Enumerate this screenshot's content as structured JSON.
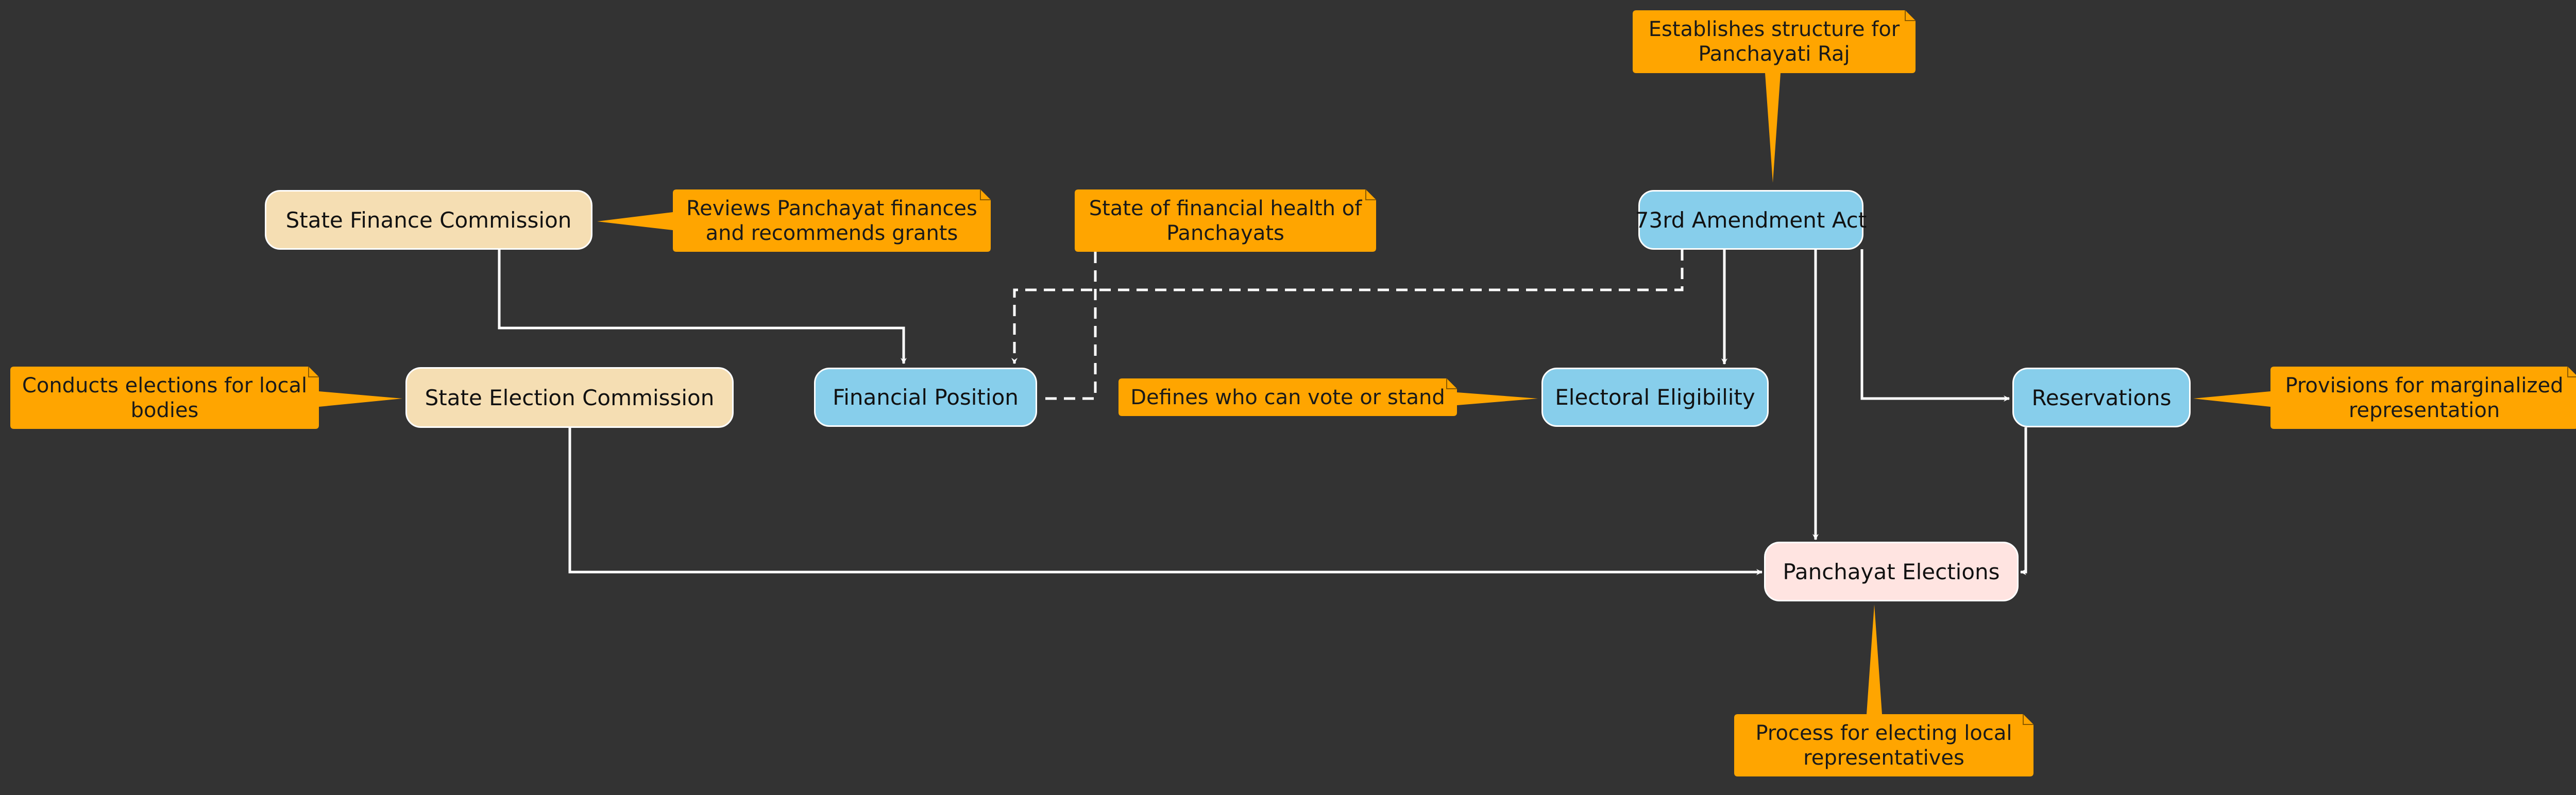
{
  "colors": {
    "background": "#333333",
    "edge": "#ffffff",
    "note_fill": "#FFA500",
    "cause_fill": "#F5DEB3",
    "key_fill": "#87CEEB",
    "result_fill": "#FFE4E1"
  },
  "nodes": {
    "state_finance_commission": "State Finance Commission",
    "state_election_commission": "State Election Commission",
    "financial_position": "Financial Position",
    "amendment_73rd": "73rd Amendment Act",
    "electoral_eligibility": "Electoral Eligibility",
    "reservations": "Reservations",
    "panchayat_elections": "Panchayat Elections"
  },
  "notes": {
    "amendment": [
      "Establishes structure for",
      "Panchayati Raj"
    ],
    "finance_commission": [
      "Reviews Panchayat finances",
      "and recommends grants"
    ],
    "financial_position": [
      "State of financial health of",
      "Panchayats"
    ],
    "election_commission": [
      "Conducts elections for local",
      "bodies"
    ],
    "eligibility": [
      "Defines who can vote or stand"
    ],
    "reservations": [
      "Provisions for marginalized",
      "representation"
    ],
    "elections": [
      "Process for electing local",
      "representatives"
    ]
  }
}
